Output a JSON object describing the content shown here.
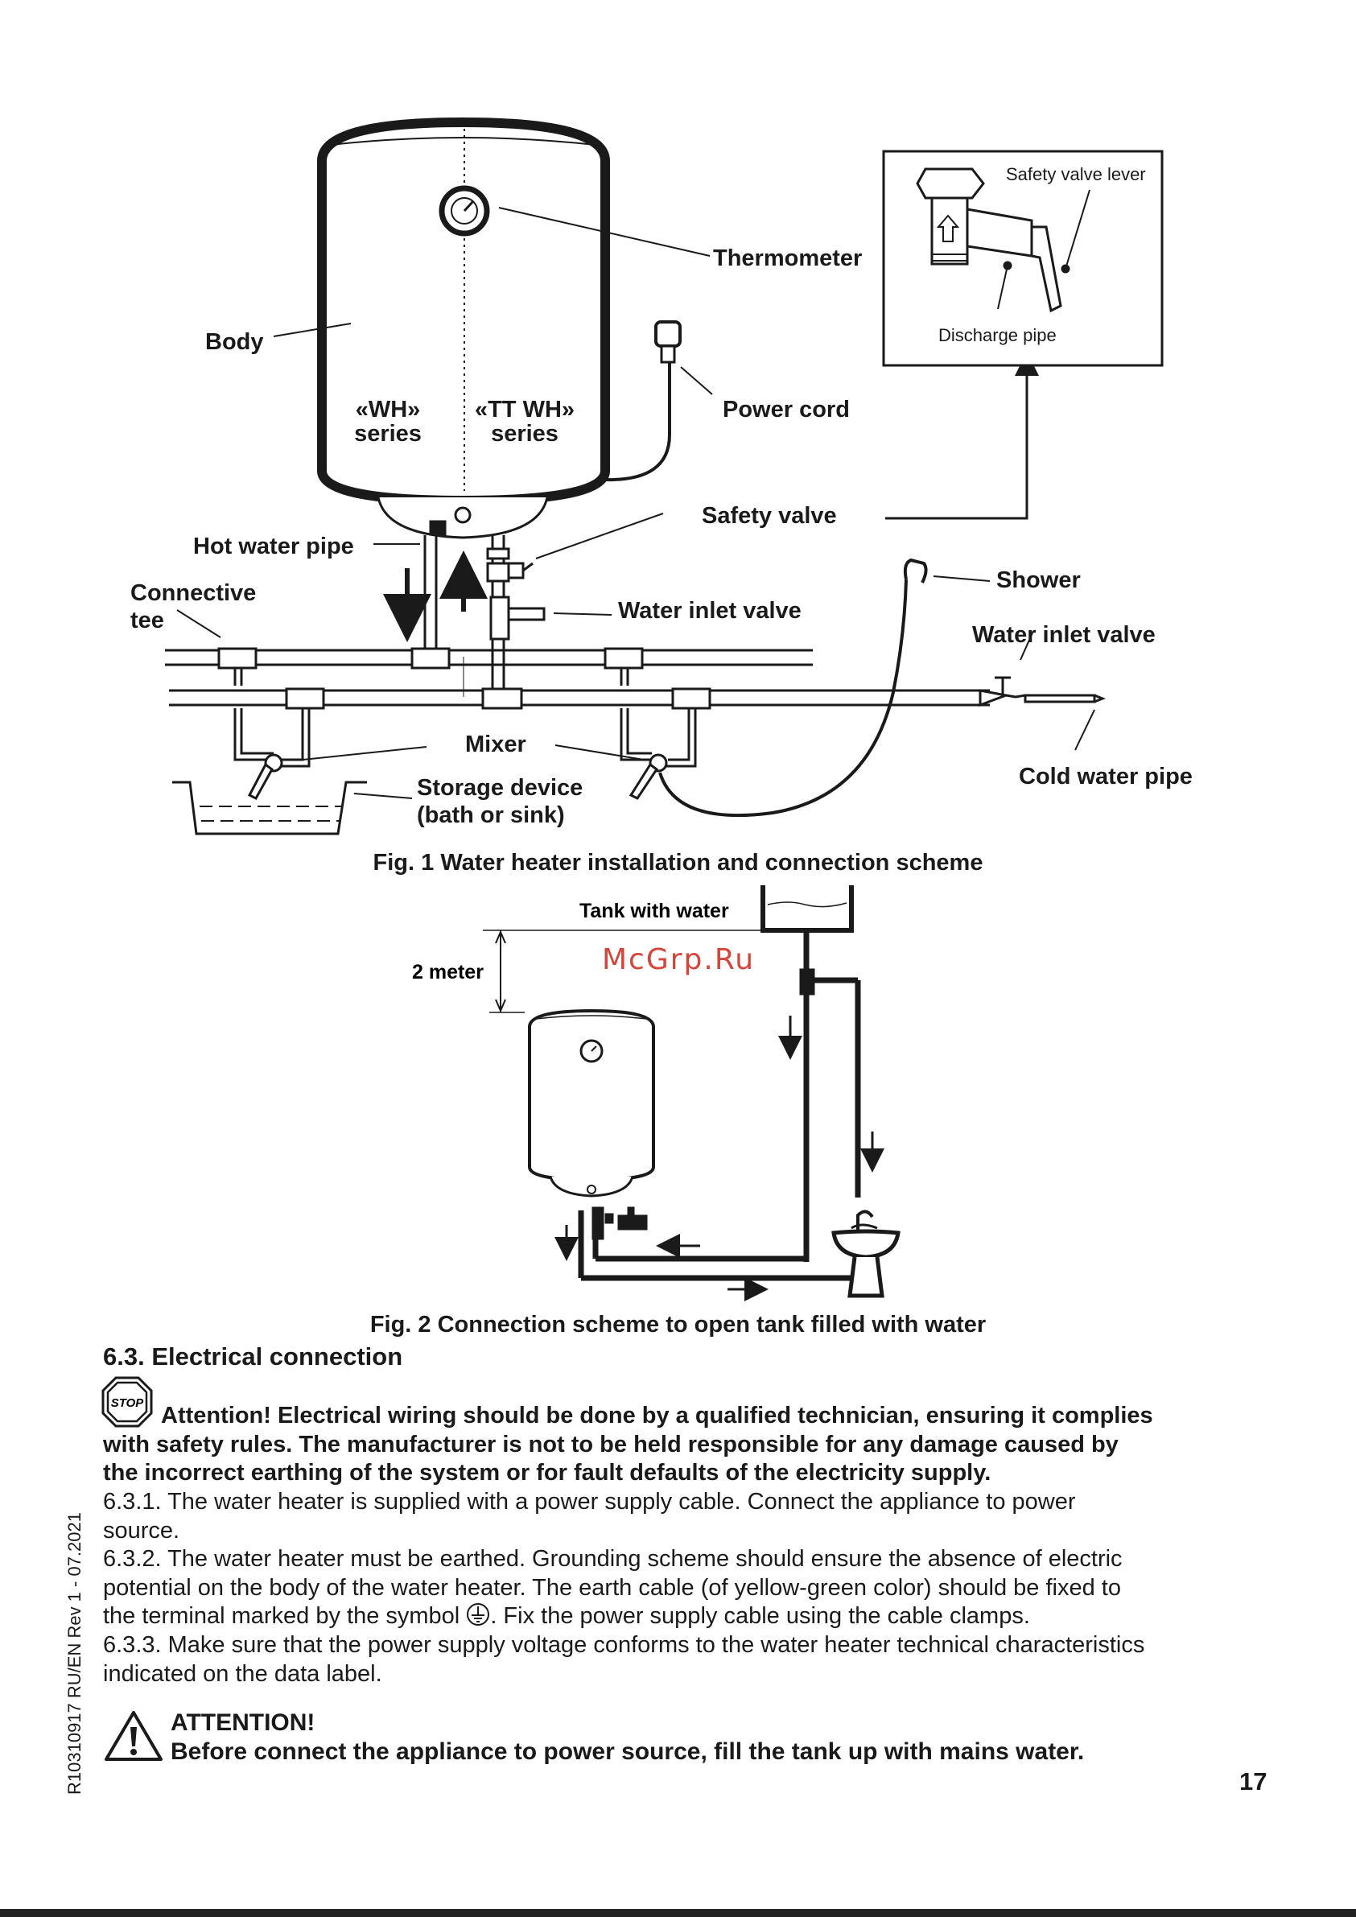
{
  "figure1": {
    "labels": {
      "body": "Body",
      "wh_series": [
        "«WH»",
        "series"
      ],
      "tt_series": [
        "«TT WH»",
        "series"
      ],
      "thermometer": "Thermometer",
      "power_cord": "Power cord",
      "safety_valve": "Safety valve",
      "hot_water_pipe": "Hot water pipe",
      "connective_tee": [
        "Connective",
        "tee"
      ],
      "water_inlet_valve_1": "Water inlet valve",
      "shower": "Shower",
      "water_inlet_valve_2": "Water inlet valve",
      "mixer": "Mixer",
      "storage_device": [
        "Storage device",
        "(bath or sink)"
      ],
      "cold_water_pipe": "Cold water pipe",
      "inset_safety_valve_lever": "Safety valve lever",
      "inset_discharge_pipe": "Discharge pipe"
    },
    "caption": "Fig. 1 Water heater installation and connection scheme"
  },
  "figure2": {
    "labels": {
      "tank_with_water": "Tank with water",
      "height": "2 meter"
    },
    "watermark": "McGrp.Ru",
    "caption": "Fig. 2 Connection scheme to open tank filled with water"
  },
  "section": {
    "heading": "6.3. Electrical connection",
    "stop_icon_text": "STOP",
    "warning_lines": [
      "Attention! Electrical wiring should be done by a qualified technician, ensuring it complies",
      "with safety rules. The manufacturer is not to be held responsible for any damage caused by",
      "the incorrect earthing of the system or for fault defaults of the electricity supply."
    ],
    "p1": [
      "6.3.1. The water heater is supplied with a power supply cable. Connect the appliance to power",
      "source."
    ],
    "p2": [
      "6.3.2. The water heater must be earthed. Grounding scheme should ensure the absence of electric",
      "potential on the body of the water heater. The earth cable (of yellow-green color) should be fixed to",
      "the terminal marked by the symbol",
      ". Fix the power supply cable using the cable clamps."
    ],
    "p3": [
      "6.3.3. Make sure that the power supply voltage conforms to the water heater technical characteristics",
      "indicated on the data label."
    ]
  },
  "attention": {
    "title": "ATTENTION!",
    "body": "Before connect the appliance to power source, fill the tank up with mains water."
  },
  "page_number": "17",
  "doc_code": "R10310917 RU/EN Rev 1 - 07.2021"
}
